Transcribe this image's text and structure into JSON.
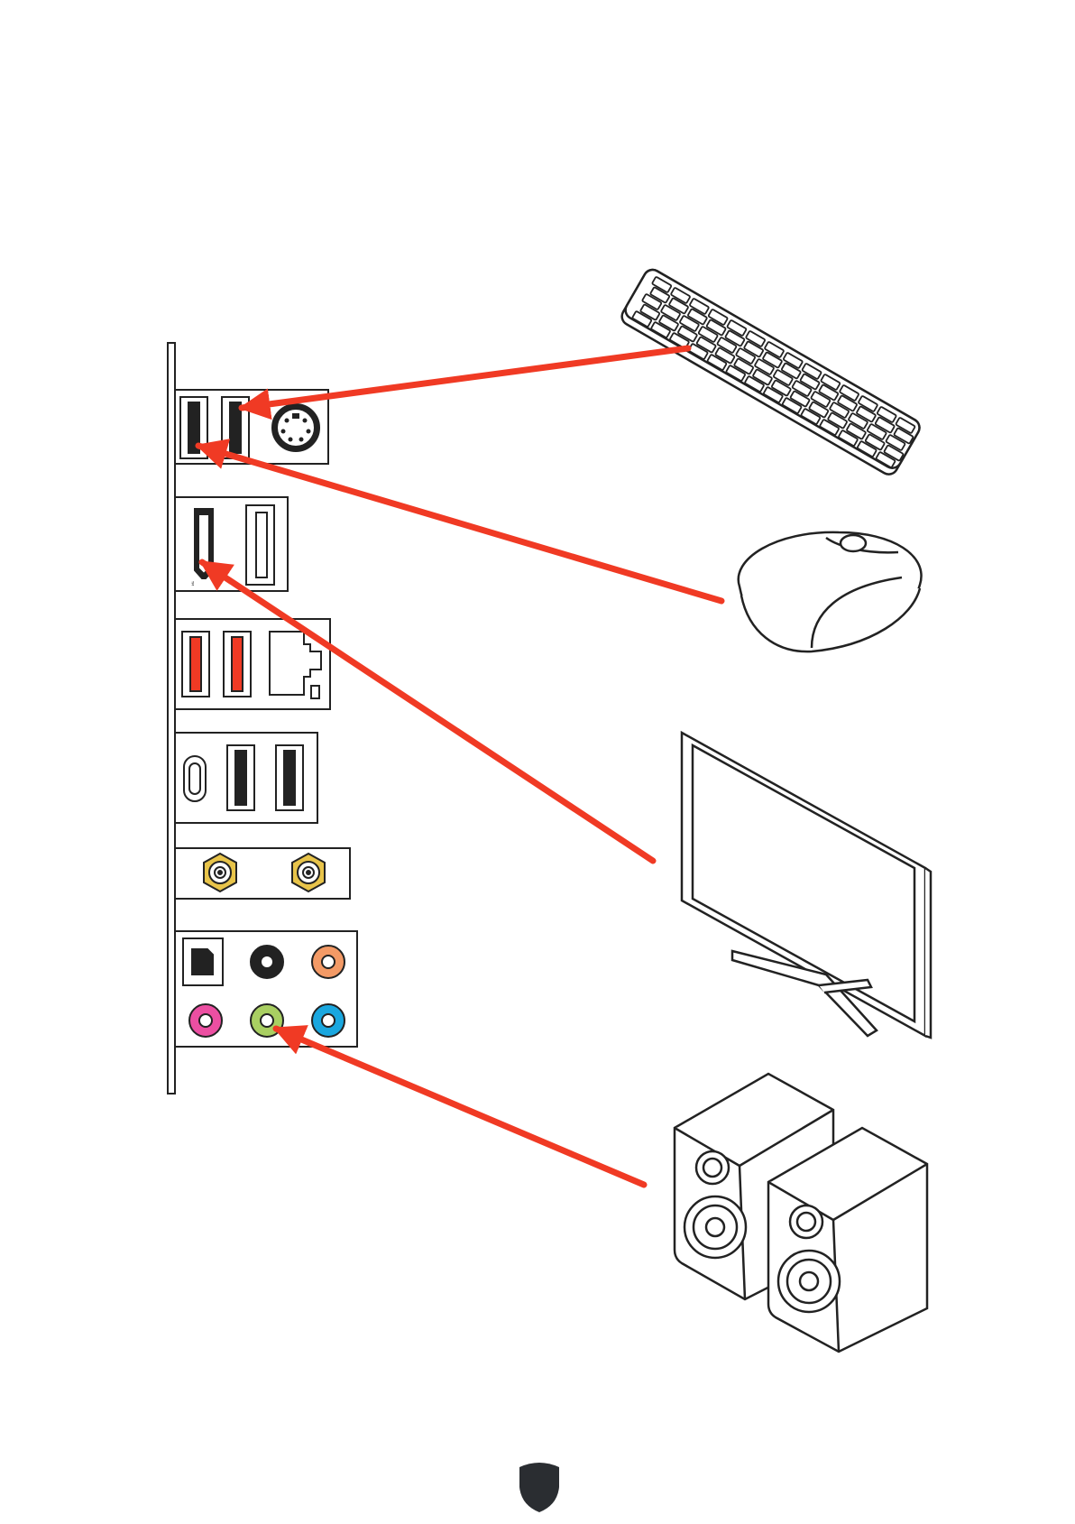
{
  "diagram": {
    "hdmi_logo_text": "™"
  },
  "colors": {
    "arrow": "#f03a24",
    "line": "#222222",
    "usb_red": "#f03a24",
    "gold": "#e8c44a",
    "jack_black": "#222222",
    "jack_orange": "#f39a66",
    "jack_pink": "#ec4fa2",
    "jack_green": "#a9cf62",
    "jack_blue": "#1aa7df",
    "shield": "#2a2d31"
  },
  "devices": [
    {
      "icon": "keyboard-icon",
      "target_port": "ps2-usb-port"
    },
    {
      "icon": "mouse-icon",
      "target_port": "usb-port"
    },
    {
      "icon": "monitor-icon",
      "target_port": "hdmi-port"
    },
    {
      "icon": "speakers-icon",
      "target_port": "line-out-jack"
    }
  ]
}
